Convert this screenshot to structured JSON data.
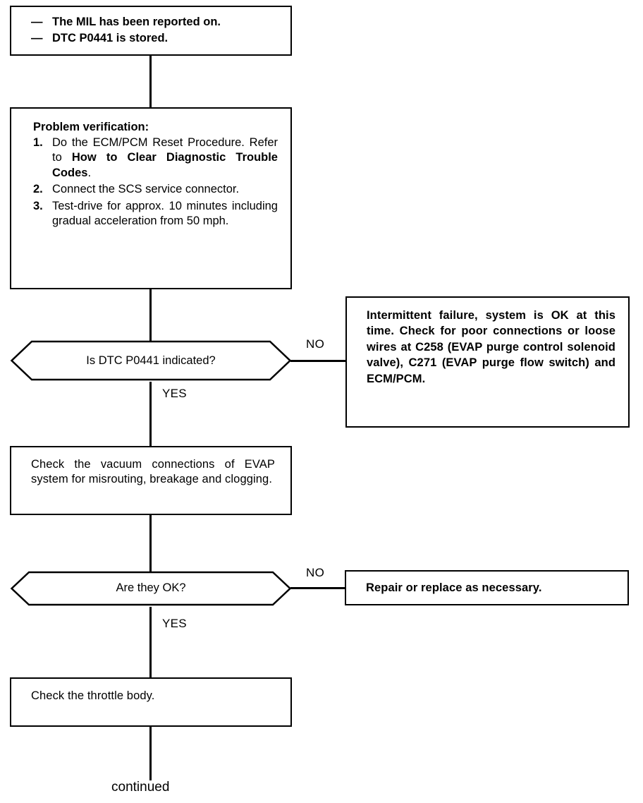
{
  "document": {
    "type": "troubleshooting-flowchart",
    "subject": "DTC P0441 EVAP purge flow diagnosis"
  },
  "nodes": {
    "symptom": {
      "name": "symptom-box",
      "bullet_mark": "—",
      "lines": [
        "The MIL has been reported on.",
        "DTC P0441 is stored."
      ]
    },
    "problem_verification": {
      "name": "problem-verification-box",
      "title": "Problem verification:",
      "steps": [
        {
          "number": "1.",
          "text_parts": [
            {
              "text": "Do the ECM/PCM Reset Procedure. Refer to ",
              "bold": false
            },
            {
              "text": "How to Clear Diagnostic Trouble Codes",
              "bold": true
            },
            {
              "text": ".",
              "bold": false
            }
          ]
        },
        {
          "number": "2.",
          "text_parts": [
            {
              "text": "Connect the SCS service connector.",
              "bold": false
            }
          ]
        },
        {
          "number": "3.",
          "text_parts": [
            {
              "text": "Test-drive for approx. 10 minutes including gradual acceleration from 50 mph.",
              "bold": false
            }
          ]
        }
      ]
    },
    "decision_dtc": {
      "name": "decision-is-dtc-p0441-indicated",
      "question": "Is DTC P0441 indicated?",
      "yes_label": "YES",
      "no_label": "NO"
    },
    "intermittent": {
      "name": "intermittent-failure-box",
      "text": "Intermittent failure, system is OK at this time. Check for poor connections or loose wires at C258 (EVAP purge control solenoid valve), C271 (EVAP purge flow switch) and ECM/PCM."
    },
    "check_vacuum": {
      "name": "check-vacuum-connections-box",
      "text": "Check the vacuum connections of EVAP system for misrouting, breakage and clogging."
    },
    "decision_ok": {
      "name": "decision-are-they-ok",
      "question": "Are they OK?",
      "yes_label": "YES",
      "no_label": "NO"
    },
    "repair": {
      "name": "repair-or-replace-box",
      "text": "Repair or replace as necessary."
    },
    "check_throttle": {
      "name": "check-throttle-body-box",
      "text": "Check the throttle body."
    },
    "continued": {
      "name": "continued-label",
      "text": "continued"
    }
  },
  "colors": {
    "stroke": "#000000",
    "background": "#ffffff"
  }
}
